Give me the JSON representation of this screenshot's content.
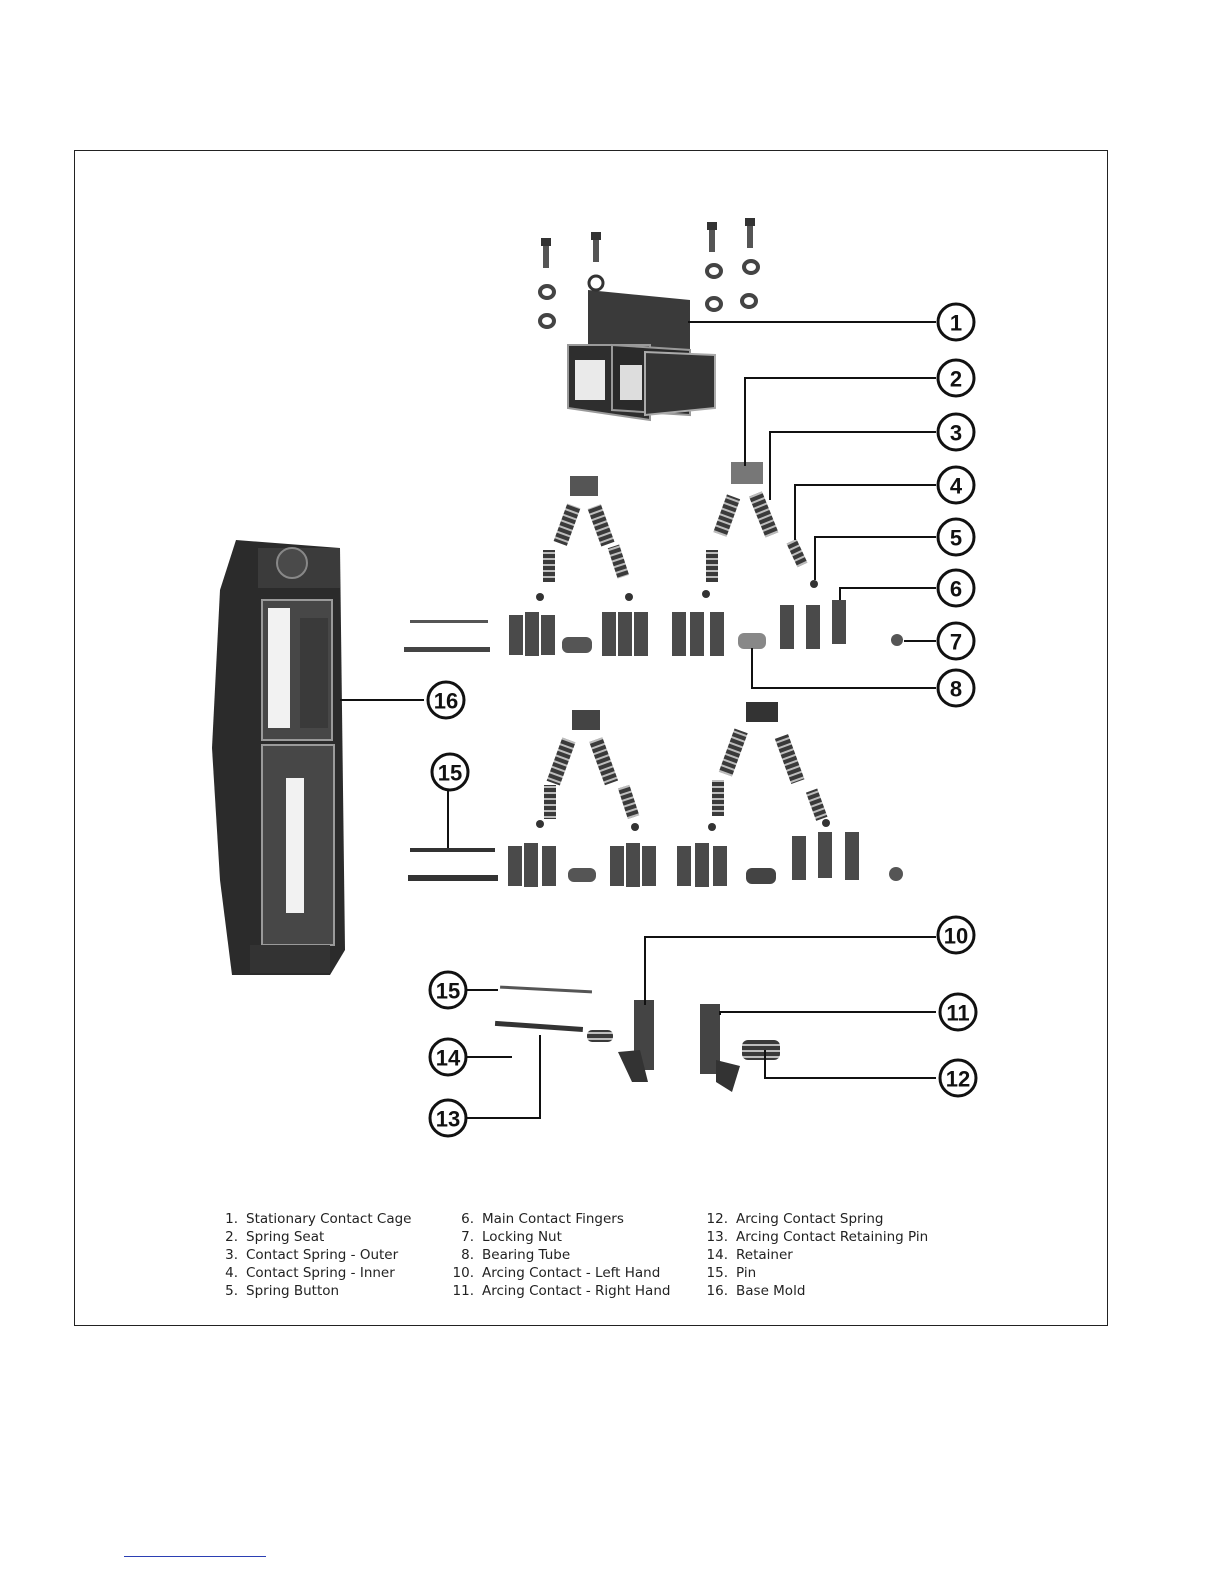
{
  "colors": {
    "part": "#2f2f2f",
    "part_dark": "#1c1c1c",
    "part_light": "#8a8a8a",
    "line": "#111111",
    "footer_rule": "#2b3fb3"
  },
  "callouts": [
    "1",
    "2",
    "3",
    "4",
    "5",
    "6",
    "7",
    "8",
    "10",
    "11",
    "12",
    "13",
    "14",
    "15",
    "15",
    "16"
  ],
  "legend": {
    "col1": [
      {
        "num": "1.",
        "text": "Stationary Contact Cage"
      },
      {
        "num": "2.",
        "text": "Spring Seat"
      },
      {
        "num": "3.",
        "text": "Contact Spring - Outer"
      },
      {
        "num": "4.",
        "text": "Contact Spring - Inner"
      },
      {
        "num": "5.",
        "text": "Spring Button"
      }
    ],
    "col2": [
      {
        "num": "6.",
        "text": "Main Contact Fingers"
      },
      {
        "num": "7.",
        "text": "Locking Nut"
      },
      {
        "num": "8.",
        "text": "Bearing Tube"
      },
      {
        "num": "10.",
        "text": "Arcing Contact - Left Hand"
      },
      {
        "num": "11.",
        "text": "Arcing Contact - Right Hand"
      }
    ],
    "col3": [
      {
        "num": "12.",
        "text": "Arcing Contact Spring"
      },
      {
        "num": "13.",
        "text": "Arcing Contact Retaining Pin"
      },
      {
        "num": "14.",
        "text": "Retainer"
      },
      {
        "num": "15.",
        "text": "Pin"
      },
      {
        "num": "16.",
        "text": "Base Mold"
      }
    ]
  }
}
